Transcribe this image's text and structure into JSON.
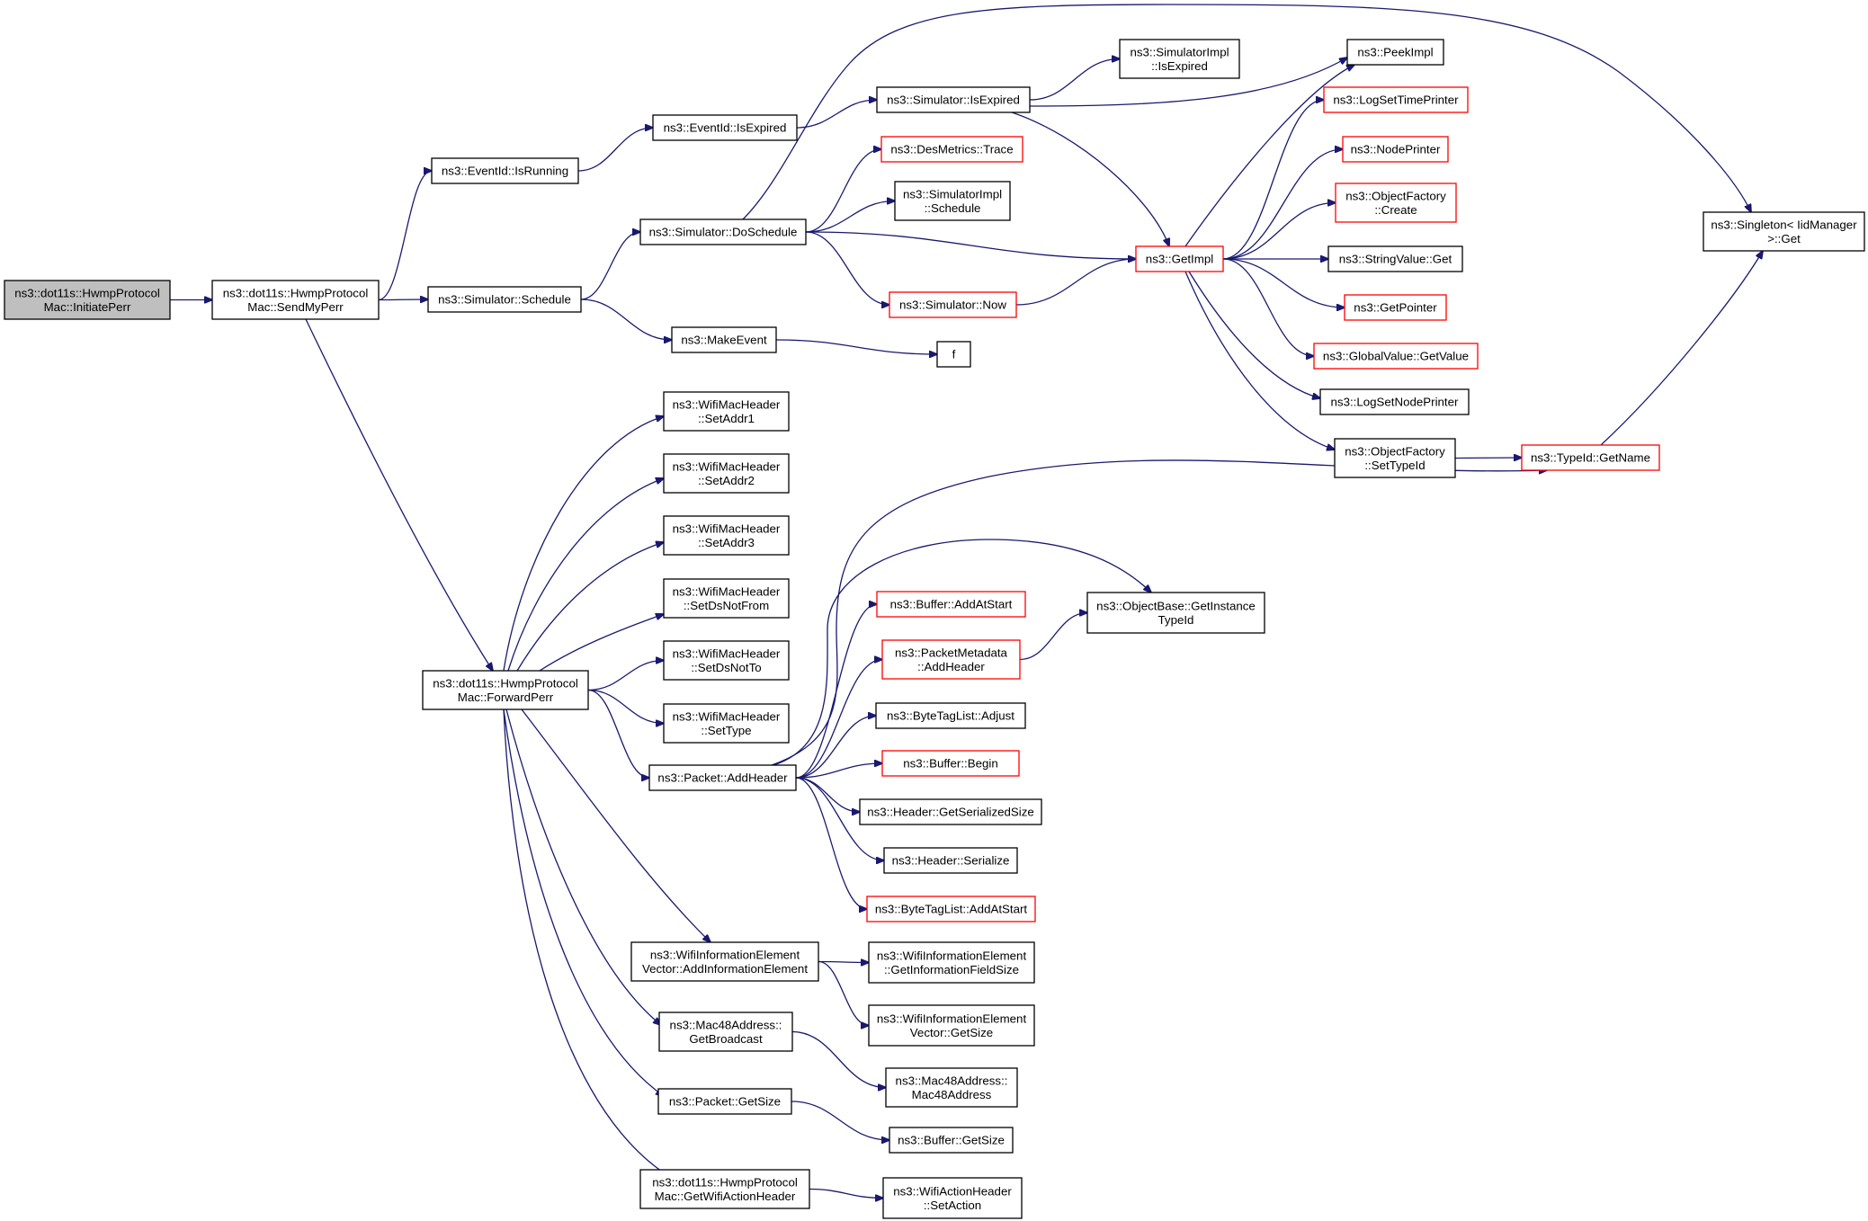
{
  "colors": {
    "edge": "#191970",
    "node_border_default": "#000000",
    "node_border_truncated": "#ff0000",
    "node_fill_default": "#ffffff",
    "node_fill_root": "#bfbfbf"
  },
  "nodes": {
    "initiate_perr": {
      "lines": [
        "ns3::dot11s::HwmpProtocol",
        "Mac::InitiatePerr"
      ],
      "style": "root"
    },
    "send_my_perr": {
      "lines": [
        "ns3::dot11s::HwmpProtocol",
        "Mac::SendMyPerr"
      ],
      "style": "normal"
    },
    "eventid_isrunning": {
      "lines": [
        "ns3::EventId::IsRunning"
      ],
      "style": "normal"
    },
    "simulator_schedule": {
      "lines": [
        "ns3::Simulator::Schedule"
      ],
      "style": "normal"
    },
    "forward_perr": {
      "lines": [
        "ns3::dot11s::HwmpProtocol",
        "Mac::ForwardPerr"
      ],
      "style": "normal"
    },
    "eventid_isexpired": {
      "lines": [
        "ns3::EventId::IsExpired"
      ],
      "style": "normal"
    },
    "simulator_doschedule": {
      "lines": [
        "ns3::Simulator::DoSchedule"
      ],
      "style": "normal"
    },
    "makeevent": {
      "lines": [
        "ns3::MakeEvent"
      ],
      "style": "normal"
    },
    "setaddr1": {
      "lines": [
        "ns3::WifiMacHeader",
        "::SetAddr1"
      ],
      "style": "normal"
    },
    "setaddr2": {
      "lines": [
        "ns3::WifiMacHeader",
        "::SetAddr2"
      ],
      "style": "normal"
    },
    "setaddr3": {
      "lines": [
        "ns3::WifiMacHeader",
        "::SetAddr3"
      ],
      "style": "normal"
    },
    "setdsnotfrom": {
      "lines": [
        "ns3::WifiMacHeader",
        "::SetDsNotFrom"
      ],
      "style": "normal"
    },
    "setdsnotto": {
      "lines": [
        "ns3::WifiMacHeader",
        "::SetDsNotTo"
      ],
      "style": "normal"
    },
    "settype": {
      "lines": [
        "ns3::WifiMacHeader",
        "::SetType"
      ],
      "style": "normal"
    },
    "packet_addheader": {
      "lines": [
        "ns3::Packet::AddHeader"
      ],
      "style": "normal"
    },
    "addinformationelement": {
      "lines": [
        "ns3::WifiInformationElement",
        "Vector::AddInformationElement"
      ],
      "style": "normal"
    },
    "getbroadcast": {
      "lines": [
        "ns3::Mac48Address::",
        "GetBroadcast"
      ],
      "style": "normal"
    },
    "packet_getsize": {
      "lines": [
        "ns3::Packet::GetSize"
      ],
      "style": "normal"
    },
    "getwifiactionheader": {
      "lines": [
        "ns3::dot11s::HwmpProtocol",
        "Mac::GetWifiActionHeader"
      ],
      "style": "normal"
    },
    "simulator_isexpired": {
      "lines": [
        "ns3::Simulator::IsExpired"
      ],
      "style": "normal"
    },
    "desmetrics_trace": {
      "lines": [
        "ns3::DesMetrics::Trace"
      ],
      "style": "truncated"
    },
    "simulatorimpl_schedule": {
      "lines": [
        "ns3::SimulatorImpl",
        "::Schedule"
      ],
      "style": "normal"
    },
    "simulator_now": {
      "lines": [
        "ns3::Simulator::Now"
      ],
      "style": "truncated"
    },
    "f": {
      "lines": [
        "f"
      ],
      "style": "normal"
    },
    "simulatorimpl_isexpired": {
      "lines": [
        "ns3::SimulatorImpl",
        "::IsExpired"
      ],
      "style": "normal"
    },
    "getimpl": {
      "lines": [
        "ns3::GetImpl"
      ],
      "style": "truncated"
    },
    "peekimpl": {
      "lines": [
        "ns3::PeekImpl"
      ],
      "style": "normal"
    },
    "logsettimeprinter": {
      "lines": [
        "ns3::LogSetTimePrinter"
      ],
      "style": "truncated"
    },
    "nodeprinter": {
      "lines": [
        "ns3::NodePrinter"
      ],
      "style": "truncated"
    },
    "objectfactory_create": {
      "lines": [
        "ns3::ObjectFactory",
        "::Create"
      ],
      "style": "truncated"
    },
    "stringvalue_get": {
      "lines": [
        "ns3::StringValue::Get"
      ],
      "style": "normal"
    },
    "getpointer": {
      "lines": [
        "ns3::GetPointer"
      ],
      "style": "truncated"
    },
    "globalvalue_getvalue": {
      "lines": [
        "ns3::GlobalValue::GetValue"
      ],
      "style": "truncated"
    },
    "logsetnodeprinter": {
      "lines": [
        "ns3::LogSetNodePrinter"
      ],
      "style": "normal"
    },
    "objectfactory_settypeid": {
      "lines": [
        "ns3::ObjectFactory",
        "::SetTypeId"
      ],
      "style": "normal"
    },
    "typeid_getname": {
      "lines": [
        "ns3::TypeId::GetName"
      ],
      "style": "truncated"
    },
    "singleton_get": {
      "lines": [
        "ns3::Singleton< IidManager",
        ">::Get"
      ],
      "style": "normal"
    },
    "buffer_addatstart": {
      "lines": [
        "ns3::Buffer::AddAtStart"
      ],
      "style": "truncated"
    },
    "packetmetadata_addheader": {
      "lines": [
        "ns3::PacketMetadata",
        "::AddHeader"
      ],
      "style": "truncated"
    },
    "bytetaglist_adjust": {
      "lines": [
        "ns3::ByteTagList::Adjust"
      ],
      "style": "normal"
    },
    "buffer_begin": {
      "lines": [
        "ns3::Buffer::Begin"
      ],
      "style": "truncated"
    },
    "header_getserializedsize": {
      "lines": [
        "ns3::Header::GetSerializedSize"
      ],
      "style": "normal"
    },
    "header_serialize": {
      "lines": [
        "ns3::Header::Serialize"
      ],
      "style": "normal"
    },
    "bytetaglist_addatstart": {
      "lines": [
        "ns3::ByteTagList::AddAtStart"
      ],
      "style": "truncated"
    },
    "getinstancetypeid": {
      "lines": [
        "ns3::ObjectBase::GetInstance",
        "TypeId"
      ],
      "style": "normal"
    },
    "getinformationfieldsize": {
      "lines": [
        "ns3::WifiInformationElement",
        "::GetInformationFieldSize"
      ],
      "style": "normal"
    },
    "wievector_getsize": {
      "lines": [
        "ns3::WifiInformationElement",
        "Vector::GetSize"
      ],
      "style": "normal"
    },
    "mac48address_ctor": {
      "lines": [
        "ns3::Mac48Address::",
        "Mac48Address"
      ],
      "style": "normal"
    },
    "buffer_getsize": {
      "lines": [
        "ns3::Buffer::GetSize"
      ],
      "style": "normal"
    },
    "wifiactionheader_setaction": {
      "lines": [
        "ns3::WifiActionHeader",
        "::SetAction"
      ],
      "style": "normal"
    }
  },
  "edges": [
    [
      "initiate_perr",
      "send_my_perr"
    ],
    [
      "send_my_perr",
      "eventid_isrunning"
    ],
    [
      "send_my_perr",
      "simulator_schedule"
    ],
    [
      "send_my_perr",
      "forward_perr"
    ],
    [
      "eventid_isrunning",
      "eventid_isexpired"
    ],
    [
      "eventid_isexpired",
      "simulator_isexpired"
    ],
    [
      "simulator_isexpired",
      "simulatorimpl_isexpired"
    ],
    [
      "simulator_isexpired",
      "peekimpl"
    ],
    [
      "simulator_isexpired",
      "getimpl"
    ],
    [
      "simulator_schedule",
      "simulator_doschedule"
    ],
    [
      "simulator_schedule",
      "makeevent"
    ],
    [
      "simulator_doschedule",
      "singleton_get"
    ],
    [
      "simulator_doschedule",
      "desmetrics_trace"
    ],
    [
      "simulator_doschedule",
      "simulatorimpl_schedule"
    ],
    [
      "simulator_doschedule",
      "getimpl"
    ],
    [
      "simulator_doschedule",
      "simulator_now"
    ],
    [
      "simulator_now",
      "getimpl"
    ],
    [
      "makeevent",
      "f"
    ],
    [
      "getimpl",
      "peekimpl"
    ],
    [
      "getimpl",
      "logsettimeprinter"
    ],
    [
      "getimpl",
      "nodeprinter"
    ],
    [
      "getimpl",
      "objectfactory_create"
    ],
    [
      "getimpl",
      "stringvalue_get"
    ],
    [
      "getimpl",
      "getpointer"
    ],
    [
      "getimpl",
      "globalvalue_getvalue"
    ],
    [
      "getimpl",
      "logsetnodeprinter"
    ],
    [
      "getimpl",
      "objectfactory_settypeid"
    ],
    [
      "objectfactory_settypeid",
      "typeid_getname"
    ],
    [
      "typeid_getname",
      "singleton_get"
    ],
    [
      "forward_perr",
      "setaddr1"
    ],
    [
      "forward_perr",
      "setaddr2"
    ],
    [
      "forward_perr",
      "setaddr3"
    ],
    [
      "forward_perr",
      "setdsnotfrom"
    ],
    [
      "forward_perr",
      "setdsnotto"
    ],
    [
      "forward_perr",
      "settype"
    ],
    [
      "forward_perr",
      "packet_addheader"
    ],
    [
      "forward_perr",
      "addinformationelement"
    ],
    [
      "forward_perr",
      "getbroadcast"
    ],
    [
      "forward_perr",
      "packet_getsize"
    ],
    [
      "forward_perr",
      "getwifiactionheader"
    ],
    [
      "packet_addheader",
      "typeid_getname"
    ],
    [
      "packet_addheader",
      "getinstancetypeid"
    ],
    [
      "packet_addheader",
      "buffer_addatstart"
    ],
    [
      "packet_addheader",
      "packetmetadata_addheader"
    ],
    [
      "packet_addheader",
      "bytetaglist_adjust"
    ],
    [
      "packet_addheader",
      "buffer_begin"
    ],
    [
      "packet_addheader",
      "header_getserializedsize"
    ],
    [
      "packet_addheader",
      "header_serialize"
    ],
    [
      "packet_addheader",
      "bytetaglist_addatstart"
    ],
    [
      "packetmetadata_addheader",
      "getinstancetypeid"
    ],
    [
      "addinformationelement",
      "getinformationfieldsize"
    ],
    [
      "addinformationelement",
      "wievector_getsize"
    ],
    [
      "getbroadcast",
      "mac48address_ctor"
    ],
    [
      "packet_getsize",
      "buffer_getsize"
    ],
    [
      "getwifiactionheader",
      "wifiactionheader_setaction"
    ]
  ]
}
